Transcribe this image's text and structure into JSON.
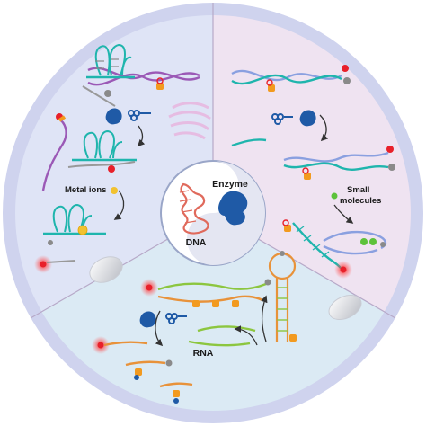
{
  "labels": {
    "enzyme": "Enzyme",
    "dna": "DNA",
    "metal_ions": "Metal ions",
    "small_molecules_line1": "Small",
    "small_molecules_line2": "molecules",
    "rna": "RNA"
  },
  "colors": {
    "outer_ring": "#cfd3ee",
    "sector_top_left": "#dfe4f6",
    "sector_top_right": "#efe3f1",
    "sector_bottom": "#dbeaf4",
    "divider": "#b7a9c8",
    "strand_teal": "#1fb5ad",
    "strand_purple": "#9b59b6",
    "strand_blue": "#8aa0e0",
    "strand_orange": "#e8923a",
    "strand_green": "#8cc63f",
    "strand_salmon": "#e06a5c",
    "enzyme_blue": "#1f5aa6",
    "fluor_red": "#e8202a",
    "quencher_grey": "#8a8a8a",
    "metal_yellow": "#f2c230",
    "small_molecule_green": "#5cc23a"
  },
  "icons": [
    "enzyme-icon",
    "key-icon",
    "lock-icon",
    "fluorophore-icon",
    "quencher-icon",
    "metal-ion-icon",
    "small-molecule-icon",
    "organelle-icon",
    "arrow-icon"
  ]
}
